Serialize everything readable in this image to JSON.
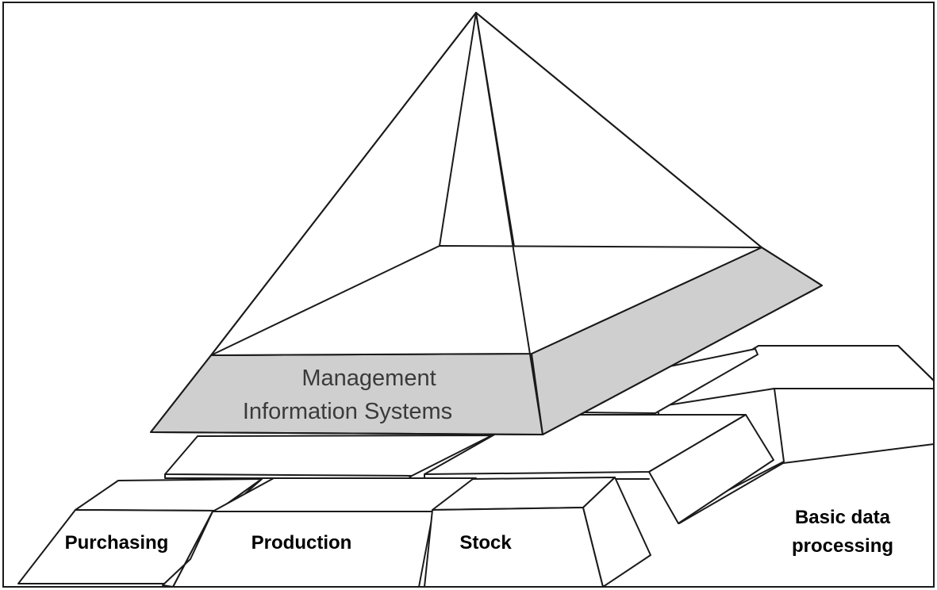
{
  "diagram": {
    "pyramid_label": {
      "line1": "Management",
      "line2": "Information Systems"
    },
    "blocks": [
      {
        "label": "Purchasing"
      },
      {
        "label": "Production"
      },
      {
        "label": "Stock"
      }
    ],
    "base_label": {
      "line1": "Basic data",
      "line2": "processing"
    },
    "colors": {
      "line": "#1a1a1a",
      "shade": "#cfcfcf",
      "background": "#ffffff"
    }
  }
}
